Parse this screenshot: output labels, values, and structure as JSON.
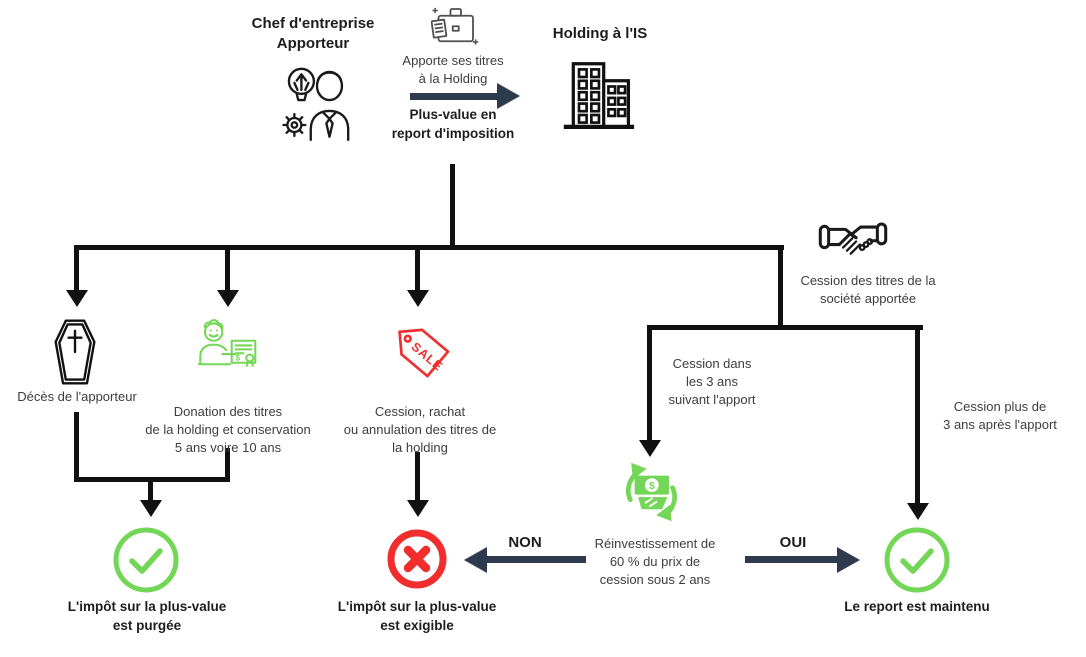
{
  "colors": {
    "line": "#111111",
    "arrow": "#2e3b4e",
    "green": "#74d657",
    "red": "#f12d2d"
  },
  "top": {
    "chef": {
      "lines": [
        "Chef d'entreprise",
        "Apporteur"
      ]
    },
    "apporte": {
      "lines": [
        "Apporte ses titres",
        "à la Holding"
      ]
    },
    "plus_value": {
      "lines": [
        "Plus-value en",
        "report d'imposition"
      ]
    },
    "holding_label": "Holding à l'IS"
  },
  "branches": {
    "deces_label": "Décès de l'apporteur",
    "donation_lines": [
      "Donation des titres",
      "de la holding et conservation",
      "5 ans voire 10 ans"
    ],
    "cession_holding_lines": [
      "Cession, rachat",
      "ou annulation des titres de",
      "la holding"
    ],
    "cession_societe_lines": [
      "Cession des titres de la",
      "société apportée"
    ],
    "cession_3ans_lines": [
      "Cession dans",
      "les 3 ans",
      "suivant l'apport"
    ],
    "cession_plus_3ans_lines": [
      "Cession plus de",
      "3 ans après l'apport"
    ],
    "reinvest_lines": [
      "Réinvestissement de",
      "60 % du prix de",
      "cession sous 2 ans"
    ]
  },
  "outcomes": {
    "non_label": "NON",
    "oui_label": "OUI",
    "purgee_lines": [
      "L'impôt sur la plus-value",
      "est purgée"
    ],
    "exigible_lines": [
      "L'impôt sur la plus-value",
      "est exigible"
    ],
    "maintenu_label": "Le report est maintenu"
  },
  "icons": {
    "sale_tag_text": "SALE",
    "dollar_sign": "$"
  }
}
